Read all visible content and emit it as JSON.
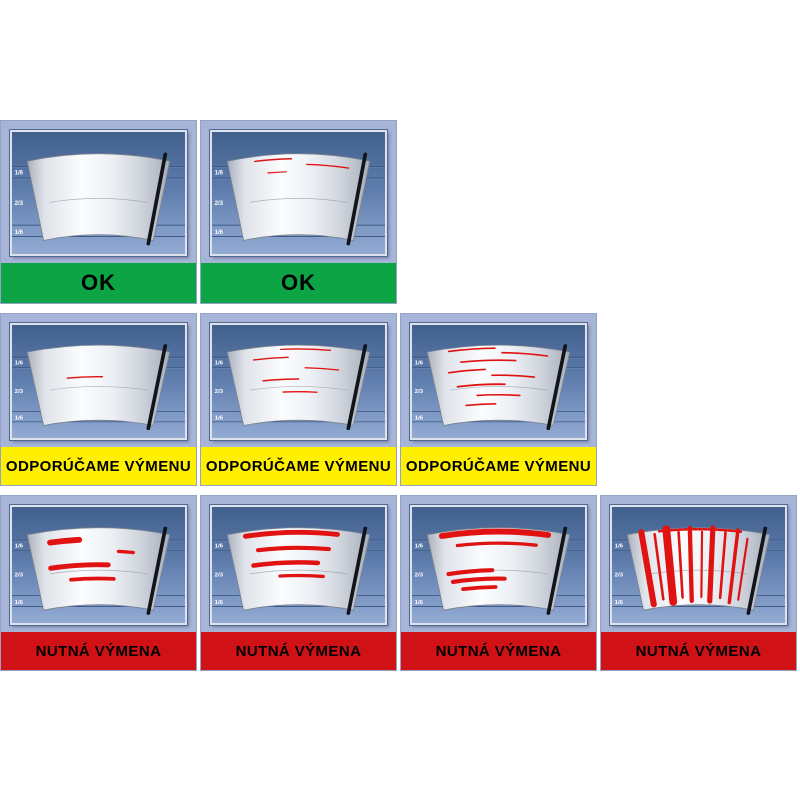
{
  "zone_labels": [
    "1/6",
    "2/3",
    "1/6"
  ],
  "colors": {
    "ok_bg": "#0ca445",
    "warn_bg": "#ffef00",
    "bad_bg": "#d01217",
    "streak": "#e01212",
    "panel_top": "#41608c",
    "panel_mid": "#5c7bab",
    "panel_bottom": "#93abd4",
    "cell_bg": "#a6b4d8",
    "blade": "#121419",
    "zone_line": "#33517f"
  },
  "rows": [
    {
      "status": "ok",
      "label": "OK",
      "label_bg": "#0ca445",
      "cells": [
        {
          "streaks": []
        },
        {
          "streaks": [
            [
              "a",
              0.06,
              -0.62,
              -0.1,
              1.6
            ],
            [
              "a",
              0.13,
              0.12,
              0.72,
              1.6
            ],
            [
              "a",
              0.22,
              -0.45,
              -0.18,
              1.4
            ]
          ]
        }
      ]
    },
    {
      "status": "recommend",
      "label": "ODPORÚČAME VÝMENU",
      "label_bg": "#ffef00",
      "cells": [
        {
          "streaks": [
            [
              "a",
              0.42,
              -0.48,
              0.06,
              1.8
            ]
          ]
        },
        {
          "streaks": [
            [
              "a",
              0.05,
              -0.25,
              0.45,
              1.7
            ],
            [
              "a",
              0.16,
              -0.65,
              -0.15,
              1.7
            ],
            [
              "a",
              0.3,
              0.1,
              0.6,
              1.6
            ],
            [
              "a",
              0.45,
              -0.55,
              0.0,
              1.8
            ],
            [
              "a",
              0.62,
              -0.25,
              0.3,
              1.6
            ]
          ]
        },
        {
          "streaks": [
            [
              "a",
              0.04,
              -0.7,
              -0.05,
              2.0
            ],
            [
              "a",
              0.1,
              0.05,
              0.7,
              2.0
            ],
            [
              "a",
              0.2,
              -0.55,
              0.25,
              2.0
            ],
            [
              "a",
              0.32,
              -0.75,
              -0.2,
              2.0
            ],
            [
              "a",
              0.4,
              -0.1,
              0.55,
              2.0
            ],
            [
              "a",
              0.52,
              -0.65,
              0.1,
              2.2
            ],
            [
              "a",
              0.66,
              -0.35,
              0.35,
              2.0
            ],
            [
              "a",
              0.78,
              -0.55,
              -0.05,
              2.0
            ]
          ]
        }
      ]
    },
    {
      "status": "replace",
      "label": "NUTNÁ VÝMENA",
      "label_bg": "#d01217",
      "cells": [
        {
          "streaks": [
            [
              "a",
              0.15,
              -0.7,
              -0.28,
              7.0
            ],
            [
              "a",
              0.3,
              0.3,
              0.52,
              4.0
            ],
            [
              "a",
              0.48,
              -0.75,
              0.15,
              6.0
            ],
            [
              "a",
              0.66,
              -0.45,
              0.25,
              4.5
            ]
          ]
        },
        {
          "streaks": [
            [
              "a",
              0.06,
              -0.75,
              0.55,
              6.0
            ],
            [
              "a",
              0.26,
              -0.6,
              0.45,
              5.0
            ],
            [
              "a",
              0.45,
              -0.7,
              0.3,
              5.5
            ],
            [
              "a",
              0.62,
              -0.3,
              0.4,
              4.0
            ]
          ]
        },
        {
          "streaks": [
            [
              "a",
              0.05,
              -0.8,
              0.7,
              7.0
            ],
            [
              "a",
              0.2,
              -0.6,
              0.55,
              4.0
            ],
            [
              "a",
              0.55,
              -0.8,
              -0.1,
              5.0
            ],
            [
              "a",
              0.66,
              -0.75,
              0.1,
              5.0
            ],
            [
              "a",
              0.77,
              -0.6,
              -0.05,
              4.5
            ]
          ]
        },
        {
          "streaks": [
            [
              "d",
              0.02,
              -0.55,
              0.6,
              3.0
            ],
            [
              "r",
              -0.8,
              0.0,
              0.95,
              7.0
            ],
            [
              "r",
              -0.62,
              0.05,
              0.9,
              3.0
            ],
            [
              "r",
              -0.45,
              0.0,
              0.95,
              9.0
            ],
            [
              "r",
              -0.28,
              0.05,
              0.9,
              3.0
            ],
            [
              "r",
              -0.12,
              0.0,
              0.95,
              5.0
            ],
            [
              "r",
              0.05,
              0.05,
              0.9,
              2.5
            ],
            [
              "r",
              0.2,
              0.0,
              0.95,
              6.0
            ],
            [
              "r",
              0.38,
              0.05,
              0.9,
              3.0
            ],
            [
              "r",
              0.55,
              0.0,
              0.95,
              4.0
            ],
            [
              "r",
              0.7,
              0.1,
              0.9,
              2.5
            ]
          ]
        }
      ]
    }
  ]
}
